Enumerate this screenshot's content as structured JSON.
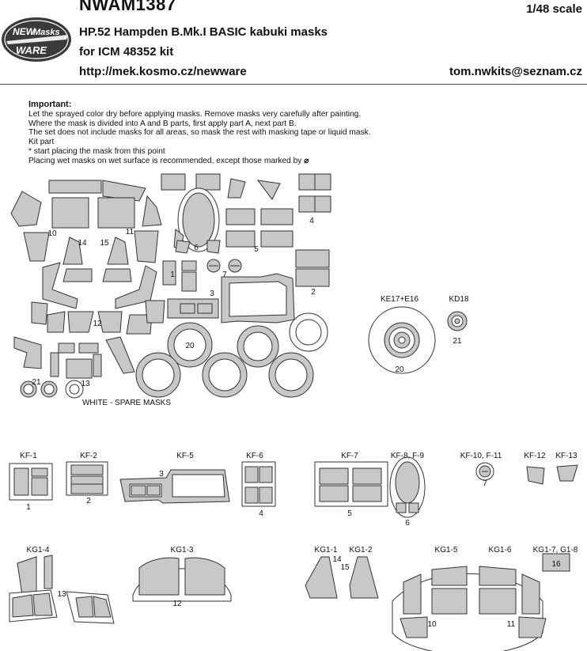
{
  "header": {
    "code": "NWAM1387",
    "scale": "1/48 scale",
    "title_line1": "HP.52 Hampden B.Mk.I BASIC kabuki masks",
    "title_line2": "for ICM 48352 kit",
    "url": "http://mek.kosmo.cz/newware",
    "email": "tom.nwkits@seznam.cz"
  },
  "logo": {
    "line1": "NEW",
    "line2": "Masks",
    "line3": "WARE"
  },
  "notes": {
    "heading": "Important:",
    "lines": [
      "Let the sprayed color dry before applying masks. Remove masks very carefully after painting.",
      "Where the mask is divided into A and B parts, first apply part A, next part B.",
      "The set does not include masks for all areas, so mask the rest with masking tape or liquid mask.",
      "Kit part",
      "* start placing the mask from this point",
      "Placing wet masks on wet surface is recommended, except those marked by"
    ]
  },
  "sheet": {
    "spare_label": "WHITE - SPARE MASKS",
    "part_numbers": [
      "10",
      "11",
      "14",
      "15",
      "6",
      "5",
      "4",
      "7",
      "1",
      "3",
      "2",
      "12",
      "21",
      "13",
      "20"
    ],
    "codes": {
      "ke": "KE17+E16",
      "kd": "KD18",
      "ke_num": "20",
      "kd_num": "21"
    }
  },
  "diagram_labels": {
    "kf1": "KF-1",
    "kf2": "KF-2",
    "kf5": "KF-5",
    "kf6": "KF-6",
    "kf7": "KF-7",
    "kf89": "KF-8, F-9",
    "kf1011": "KF-10, F-11",
    "kf12": "KF-12",
    "kf13": "KF-13",
    "kg14": "KG1-4",
    "kg13": "KG1-3",
    "kg11": "KG1-1",
    "kg12": "KG1-2",
    "kg15": "KG1-5",
    "kg16": "KG1-6",
    "kg178": "KG1-7, G1-8",
    "n1": "1",
    "n2": "2",
    "n3": "3",
    "n4": "4",
    "n5": "5",
    "n6": "6",
    "n7": "7",
    "n12": "12",
    "n13": "13",
    "n14": "14",
    "n15": "15",
    "n16": "16",
    "n10": "10",
    "n11": "11"
  },
  "colors": {
    "mask_fill": "#c8c8c8",
    "outline": "#333333",
    "white": "#ffffff"
  }
}
